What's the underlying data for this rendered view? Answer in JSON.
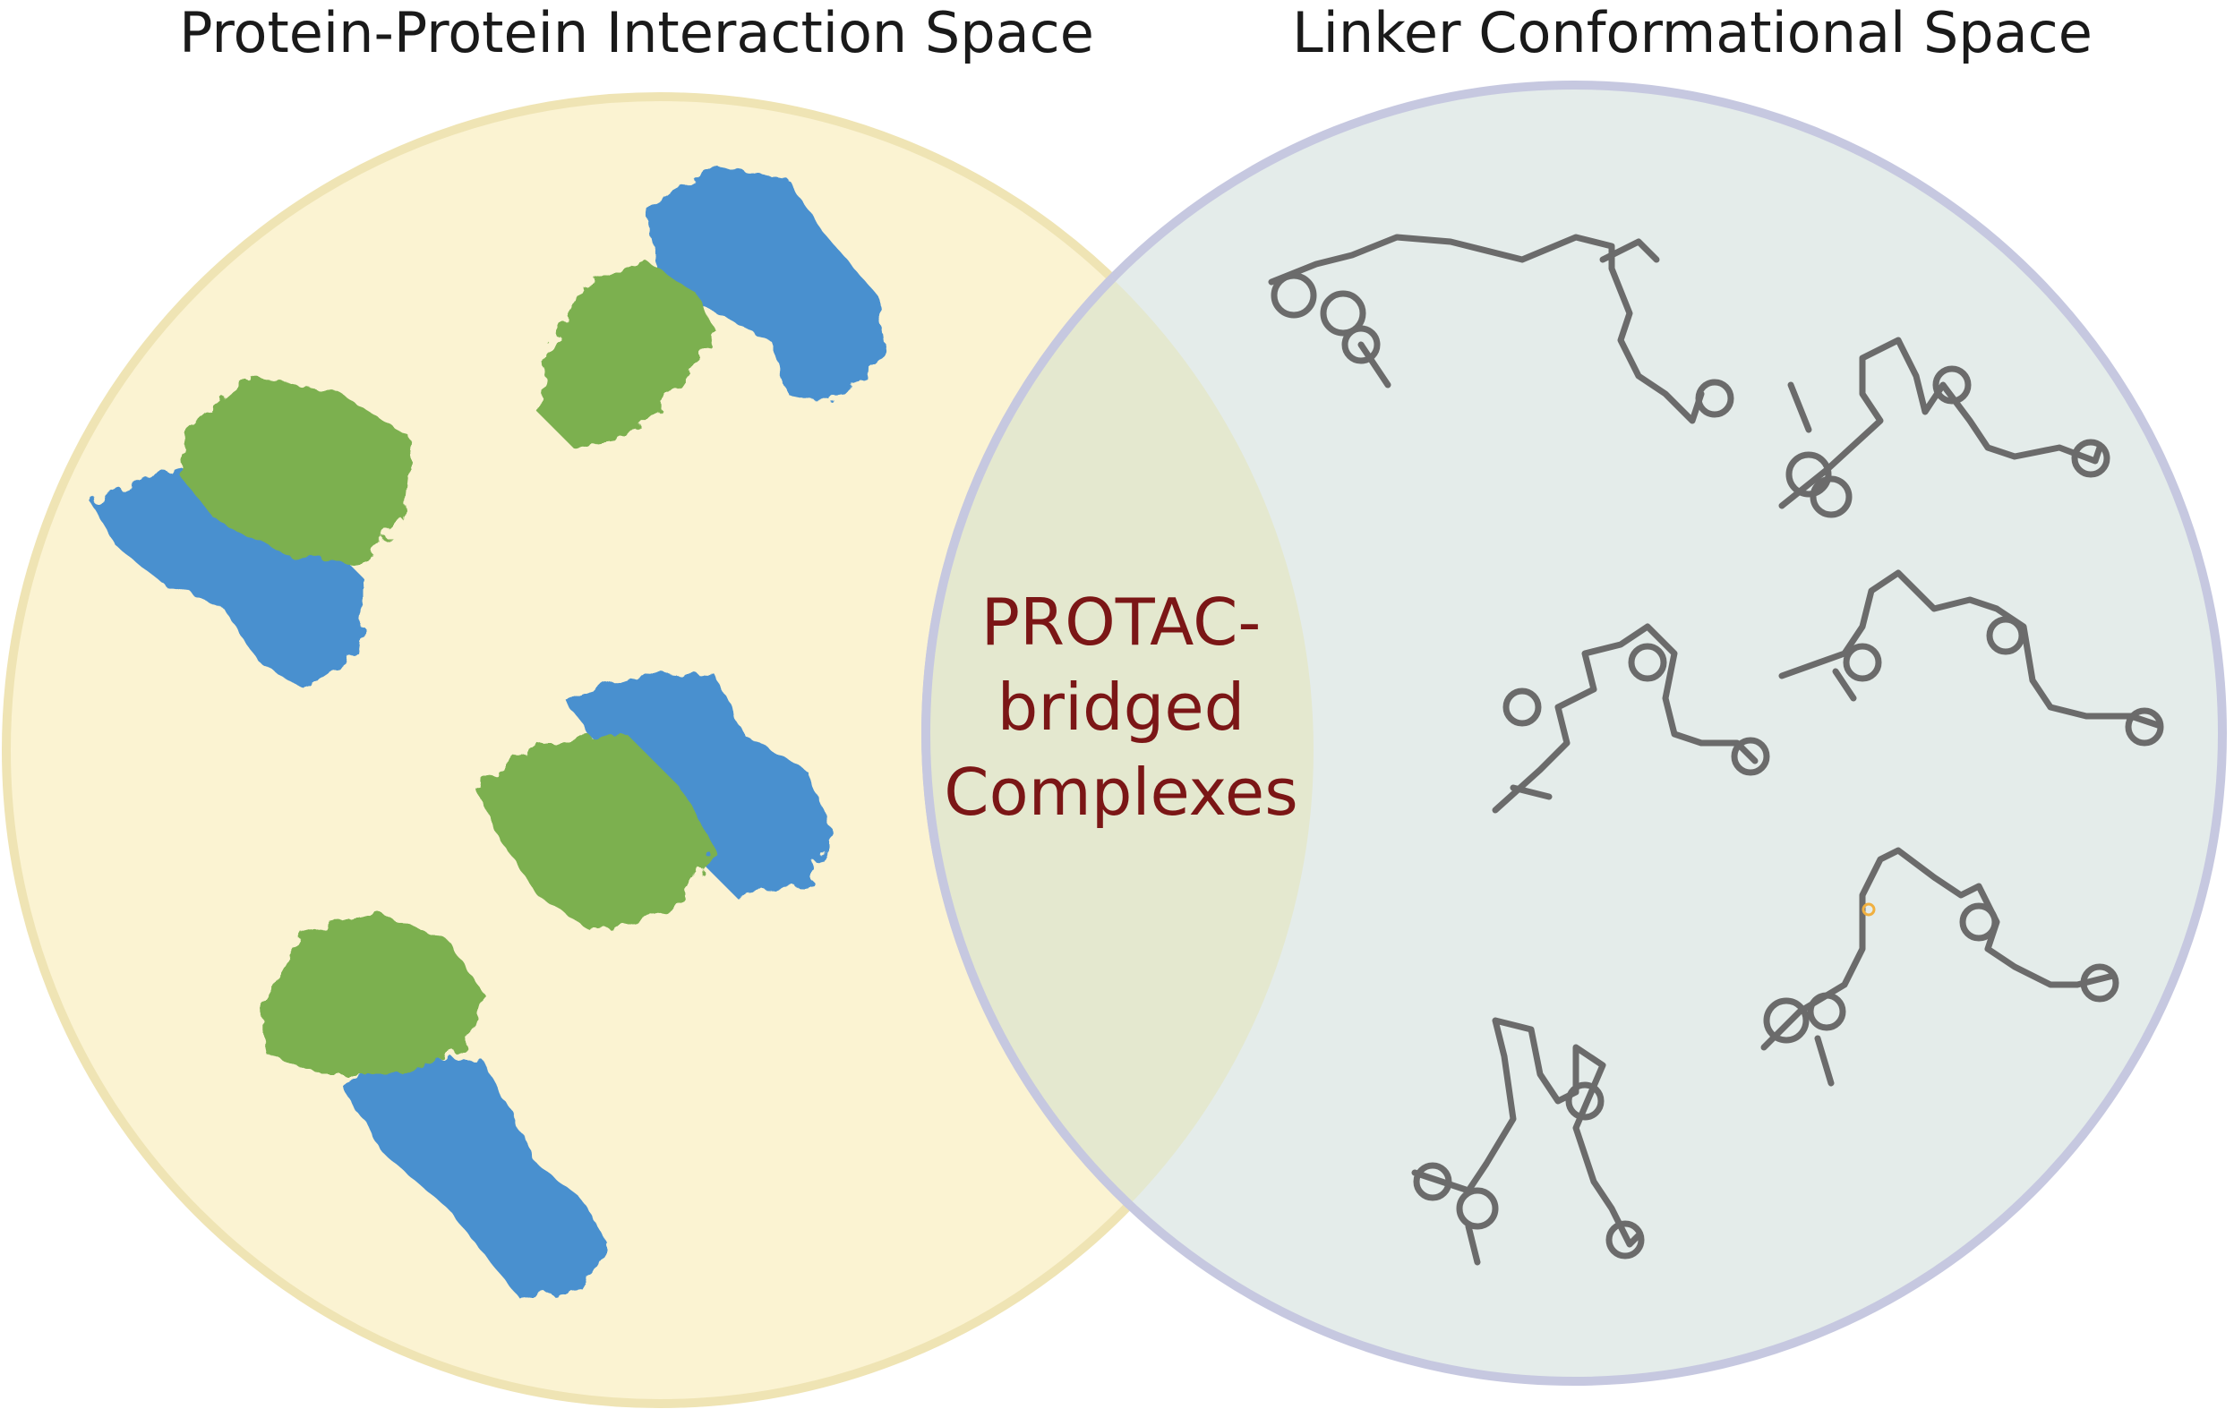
{
  "left_title": "Protein-Protein Interaction Space",
  "right_title": "Linker Conformational Space",
  "overlap_label": [
    "PROTAC-",
    "bridged",
    "Complexes"
  ],
  "colors": {
    "left_fill": "#fbf3d2",
    "left_stroke": "#efe4b4",
    "right_fill": "#e4ecea",
    "right_stroke": "#c6c8e0",
    "overlap_fill": "#e4e8cf",
    "label": "#7b1616",
    "protein_green": "#7bb04f",
    "protein_blue": "#4a90cf",
    "linker": "#6b6b6b"
  }
}
